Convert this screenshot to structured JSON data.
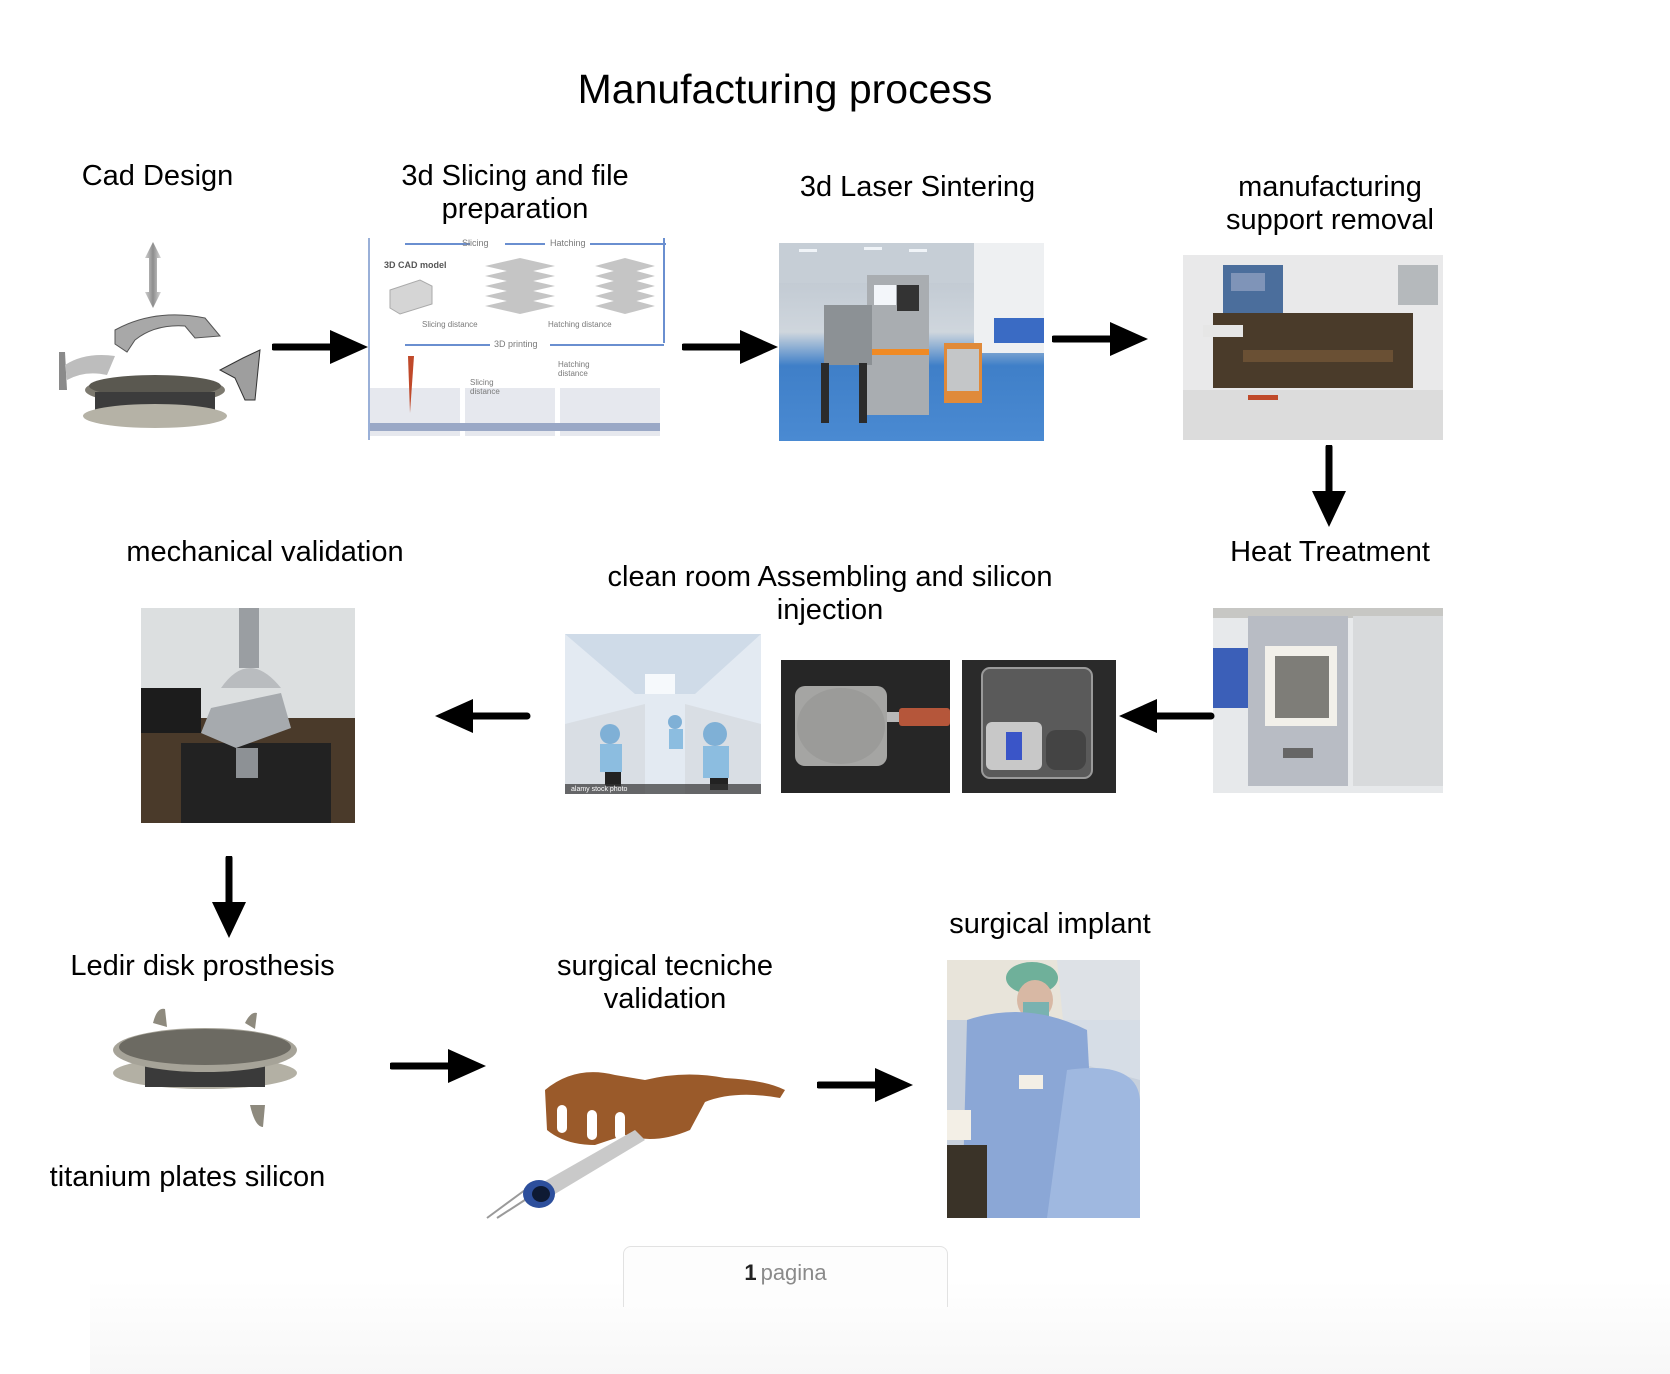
{
  "title": "Manufacturing process",
  "steps": [
    {
      "id": "cad",
      "label": "Cad Design"
    },
    {
      "id": "slicing",
      "label_line1": "3d Slicing and file",
      "label_line2": "preparation"
    },
    {
      "id": "sintering",
      "label": "3d Laser Sintering"
    },
    {
      "id": "support",
      "label_line1": "manufacturing",
      "label_line2": "support removal"
    },
    {
      "id": "heat",
      "label": "Heat Treatment"
    },
    {
      "id": "cleanroom",
      "label_line1": "clean room Assembling and silicon",
      "label_line2": "injection"
    },
    {
      "id": "mechanical",
      "label": "mechanical validation"
    },
    {
      "id": "prosthesis",
      "label": "Ledir disk prosthesis",
      "caption": "titanium plates  silicon"
    },
    {
      "id": "technique",
      "label_line1": "surgical tecniche",
      "label_line2": "validation"
    },
    {
      "id": "implant",
      "label": "surgical implant"
    }
  ],
  "slicing_diagram": {
    "top_labels": [
      "Slicing",
      "Hatching"
    ],
    "model_label": "3D CAD model",
    "slice_label": "Slicing distance",
    "hatch_label": "Hatching distance",
    "print_label": "3D printing",
    "bottom_labels": [
      "Slicing distance",
      "Hatching distance"
    ]
  },
  "stock_watermark": "alamy stock photo",
  "footer": {
    "page_number": "1",
    "page_label": "pagina"
  },
  "colors": {
    "arrow": "#000000",
    "floor_blue": "#3f7fc8",
    "bone": "#9a5a2a",
    "gown": "#8ea9d3"
  }
}
